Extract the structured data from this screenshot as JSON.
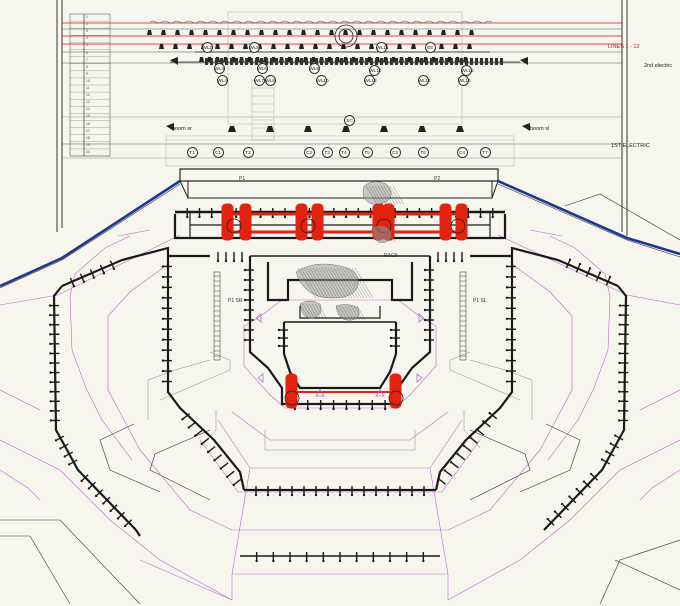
{
  "labels": {
    "line_12": "LINES 1 - 12",
    "second_electric": "2nd electric",
    "first_electric": "1ST ELECTRIC",
    "boom_sr": "boom sr",
    "boom_sl": "boom sl",
    "p1": "P1",
    "p2": "P2",
    "p1_sr": "P1 SR",
    "p1_sl": "P1 SL",
    "rack": "RACK"
  },
  "top_positions": [
    "T1",
    "C1",
    "T2",
    "C2",
    "T3",
    "T4",
    "T5",
    "C3",
    "T6",
    "C4",
    "T7"
  ],
  "wl_labels": [
    "WL2",
    "WL3",
    "WL4",
    "WL5",
    "WL6",
    "WL7",
    "WL8",
    "WL9",
    "WL10",
    "WL11",
    "WL12",
    "WL13",
    "WL14",
    "WL15",
    "WL16",
    "E5"
  ],
  "special_circle": "SC",
  "legend_rows": [
    "1",
    "2",
    "3",
    "4",
    "5",
    "6",
    "7",
    "8",
    "9",
    "10",
    "11",
    "12",
    "13",
    "14",
    "15",
    "16",
    "17",
    "18",
    "19",
    "20"
  ],
  "colors": {
    "background": "#f7f6ee",
    "truss": "#1a1a1a",
    "red_fixture": "#e3230f",
    "blue_edge": "#1b3a8e",
    "purple_lines": "#b46bc7",
    "red_lines": "#d01818"
  }
}
